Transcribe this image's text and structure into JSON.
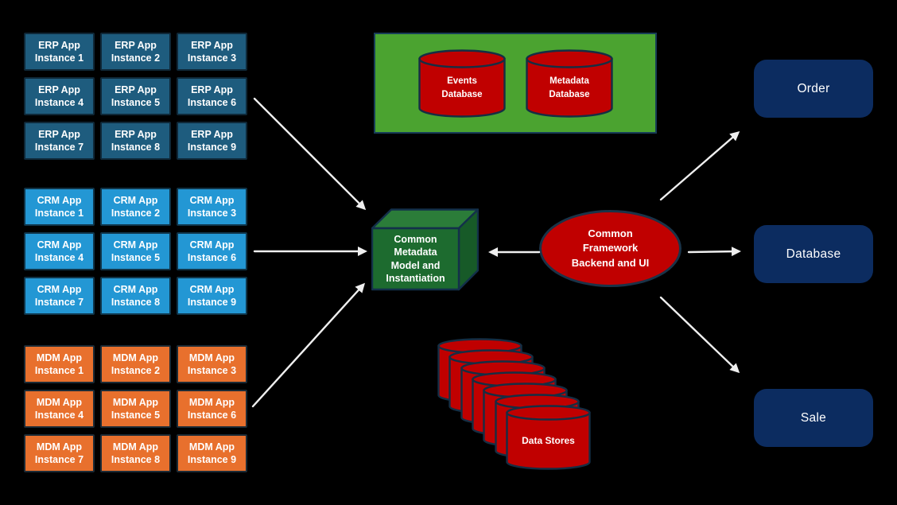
{
  "background": "#000000",
  "arrow_color": "#efefef",
  "right_box_fill": "#0c2c60",
  "groups": [
    {
      "id": "erp",
      "fill": "#1e5c7e",
      "border": "#0f2838",
      "items": [
        {
          "line1": "ERP App",
          "line2": "Instance 1"
        },
        {
          "line1": "ERP App",
          "line2": "Instance 2"
        },
        {
          "line1": "ERP App",
          "line2": "Instance 3"
        },
        {
          "line1": "ERP App",
          "line2": "Instance 4"
        },
        {
          "line1": "ERP App",
          "line2": "Instance 5"
        },
        {
          "line1": "ERP App",
          "line2": "Instance 6"
        },
        {
          "line1": "ERP App",
          "line2": "Instance 7"
        },
        {
          "line1": "ERP App",
          "line2": "Instance 8"
        },
        {
          "line1": "ERP App",
          "line2": "Instance 9"
        }
      ]
    },
    {
      "id": "crm",
      "fill": "#2397d4",
      "border": "#10354a",
      "items": [
        {
          "line1": "CRM App",
          "line2": "Instance 1"
        },
        {
          "line1": "CRM App",
          "line2": "Instance 2"
        },
        {
          "line1": "CRM App",
          "line2": "Instance 3"
        },
        {
          "line1": "CRM App",
          "line2": "Instance 4"
        },
        {
          "line1": "CRM App",
          "line2": "Instance 5"
        },
        {
          "line1": "CRM App",
          "line2": "Instance 6"
        },
        {
          "line1": "CRM App",
          "line2": "Instance 7"
        },
        {
          "line1": "CRM App",
          "line2": "Instance 8"
        },
        {
          "line1": "CRM App",
          "line2": "Instance 9"
        }
      ]
    },
    {
      "id": "mdm",
      "fill": "#e8702d",
      "border": "#1c2b36",
      "items": [
        {
          "line1": "MDM App",
          "line2": "Instance 1"
        },
        {
          "line1": "MDM App",
          "line2": "Instance 2"
        },
        {
          "line1": "MDM App",
          "line2": "Instance 3"
        },
        {
          "line1": "MDM App",
          "line2": "Instance 4"
        },
        {
          "line1": "MDM App",
          "line2": "Instance 5"
        },
        {
          "line1": "MDM App",
          "line2": "Instance 6"
        },
        {
          "line1": "MDM App",
          "line2": "Instance 7"
        },
        {
          "line1": "MDM App",
          "line2": "Instance 8"
        },
        {
          "line1": "MDM App",
          "line2": "Instance 9"
        }
      ]
    }
  ],
  "databases_panel": {
    "fill": "#4ba330",
    "border": "#173d57",
    "cylinder_fill": "#c00000",
    "cylinder_border": "#152e44",
    "cylinders": [
      {
        "line1": "Events",
        "line2": "Database"
      },
      {
        "line1": "Metadata",
        "line2": "Database"
      }
    ]
  },
  "metadata_cube": {
    "lines": [
      "Common",
      "Metadata",
      "Model and",
      "Instantiation"
    ],
    "front": "#1d6b2f",
    "top": "#2b7c39",
    "side": "#175a28",
    "border": "#13304a"
  },
  "framework_ellipse": {
    "lines": [
      "Common",
      "Framework",
      "Backend and UI"
    ],
    "fill": "#c00000",
    "border": "#1a3348"
  },
  "data_stores": {
    "label": "Data Stores",
    "count": 7,
    "fill": "#c00000",
    "border": "#152e44"
  },
  "right_boxes": [
    {
      "id": "order",
      "label": "Order"
    },
    {
      "id": "database",
      "label": "Database"
    },
    {
      "id": "sale",
      "label": "Sale"
    }
  ],
  "connections": [
    {
      "from": "erp-group",
      "to": "metadata-model-cube"
    },
    {
      "from": "crm-group",
      "to": "metadata-model-cube"
    },
    {
      "from": "mdm-group",
      "to": "metadata-model-cube"
    },
    {
      "from": "framework-ellipse",
      "to": "metadata-model-cube"
    },
    {
      "from": "framework-ellipse",
      "to": "order-box"
    },
    {
      "from": "framework-ellipse",
      "to": "database-box"
    },
    {
      "from": "framework-ellipse",
      "to": "sale-box"
    }
  ]
}
